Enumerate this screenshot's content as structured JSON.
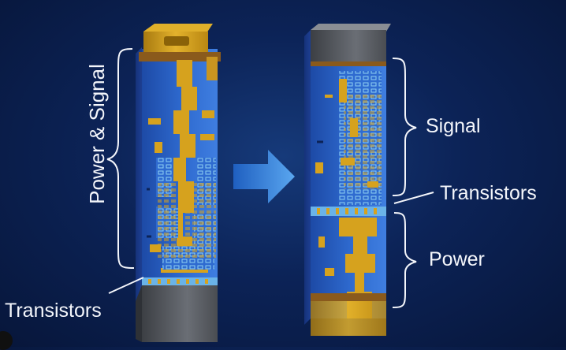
{
  "labels": {
    "power_signal": "Power & Signal",
    "transistors_left": "Transistors",
    "signal": "Signal",
    "transistors_right": "Transistors",
    "power": "Power"
  },
  "colors": {
    "background": "#0c2357",
    "pillar_blue": "#2a5fc4",
    "metal_gold": "#d6a21e",
    "signal_mesh": "#8fd0f2",
    "arrow": "#3f8fe6",
    "substrate": "#5b5f66"
  },
  "icons": {
    "arrow": "right-arrow-icon"
  }
}
